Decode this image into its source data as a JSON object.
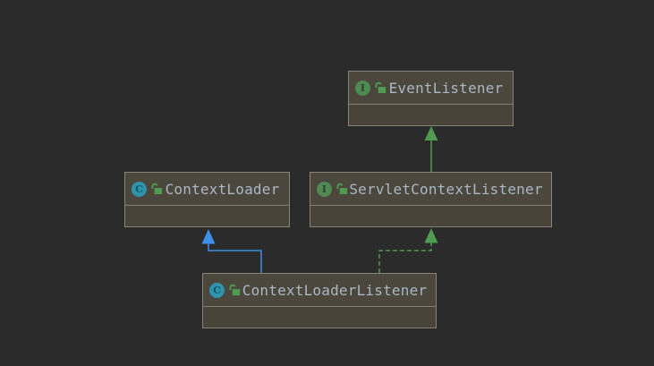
{
  "diagram_type": "uml-class-diagram",
  "nodes": [
    {
      "name": "EventListener",
      "stereotype": "interface",
      "icon_letter": "I",
      "modifier_icon": "unlocked-icon"
    },
    {
      "name": "ContextLoader",
      "stereotype": "class",
      "icon_letter": "C",
      "modifier_icon": "unlocked-icon"
    },
    {
      "name": "ServletContextListener",
      "stereotype": "interface",
      "icon_letter": "I",
      "modifier_icon": "unlocked-icon"
    },
    {
      "name": "ContextLoaderListener",
      "stereotype": "class",
      "icon_letter": "C",
      "modifier_icon": "unlocked-icon"
    }
  ],
  "edges": [
    {
      "from": "ServletContextListener",
      "to": "EventListener",
      "relation": "extends",
      "line_style": "solid",
      "color": "#4e9b51"
    },
    {
      "from": "ContextLoaderListener",
      "to": "ContextLoader",
      "relation": "extends",
      "line_style": "solid",
      "color": "#3d8fe8"
    },
    {
      "from": "ContextLoaderListener",
      "to": "ServletContextListener",
      "relation": "implements",
      "line_style": "dashed",
      "color": "#4e9b51"
    }
  ],
  "colors": {
    "background": "#2b2b2b",
    "node_fill": "#4b473c",
    "node_border": "#87857b",
    "title_text": "#a9b7c6",
    "interface_icon": "#4e8a52",
    "class_icon": "#2e93ac",
    "lock_icon": "#4e9b51",
    "extends_arrow": "#3d8fe8",
    "implements_arrow": "#4e9b51"
  }
}
